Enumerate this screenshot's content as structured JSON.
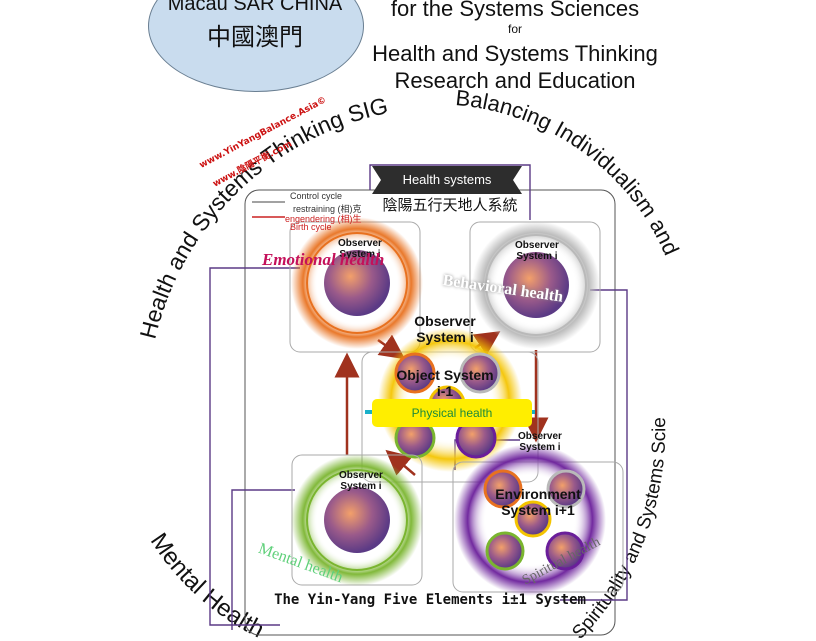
{
  "header": {
    "macau_en": "Macau SAR CHINA",
    "macau_zh": "中國澳門",
    "title_line1": "for the Systems Sciences",
    "title_for": "for",
    "title_line3": "Health and Systems Thinking",
    "title_line4": "Research and Education"
  },
  "arcs": {
    "left": "Health and Systems Thinking SIG",
    "right": "Balancing Individualism and Collectivism SIG",
    "bottom_left": "Mental Health Systems",
    "bottom_right": "Spirituality and Systems Science SIG"
  },
  "logo": {
    "url1": "www.YinYangBalance.Asia©",
    "url2": "www.陰陽平衡.com"
  },
  "legend": {
    "control": "Control cycle",
    "restraining": "restraining (相)克",
    "engendering": "engendering (相)生",
    "birth": "Birth cycle"
  },
  "banner": "Health systems",
  "zh_title": "陰陽五行天地人系統",
  "nodes": {
    "emotional": {
      "observer": "Observer System i",
      "health": "Emotional health"
    },
    "behavioral": {
      "observer": "Observer System i",
      "health": "Behavioral health"
    },
    "center": {
      "observer": "Observer System i",
      "object": "Object System i-1"
    },
    "mental": {
      "observer": "Observer System i",
      "health": "Mental health"
    },
    "spiritual": {
      "observer": "Observer System i",
      "environment": "Environment System i+1",
      "health": "Spiritual health"
    }
  },
  "physical": "Physical health",
  "bottom_title": "The Yin-Yang Five Elements i±1 System",
  "colors": {
    "emotional": "#e8711f",
    "behavioral": "#b9b9b9",
    "center": "#f4c400",
    "mental": "#7ab52f",
    "spiritual": "#6a1e9a",
    "arrow": "#a0321e",
    "connector": "#5b3a85"
  }
}
